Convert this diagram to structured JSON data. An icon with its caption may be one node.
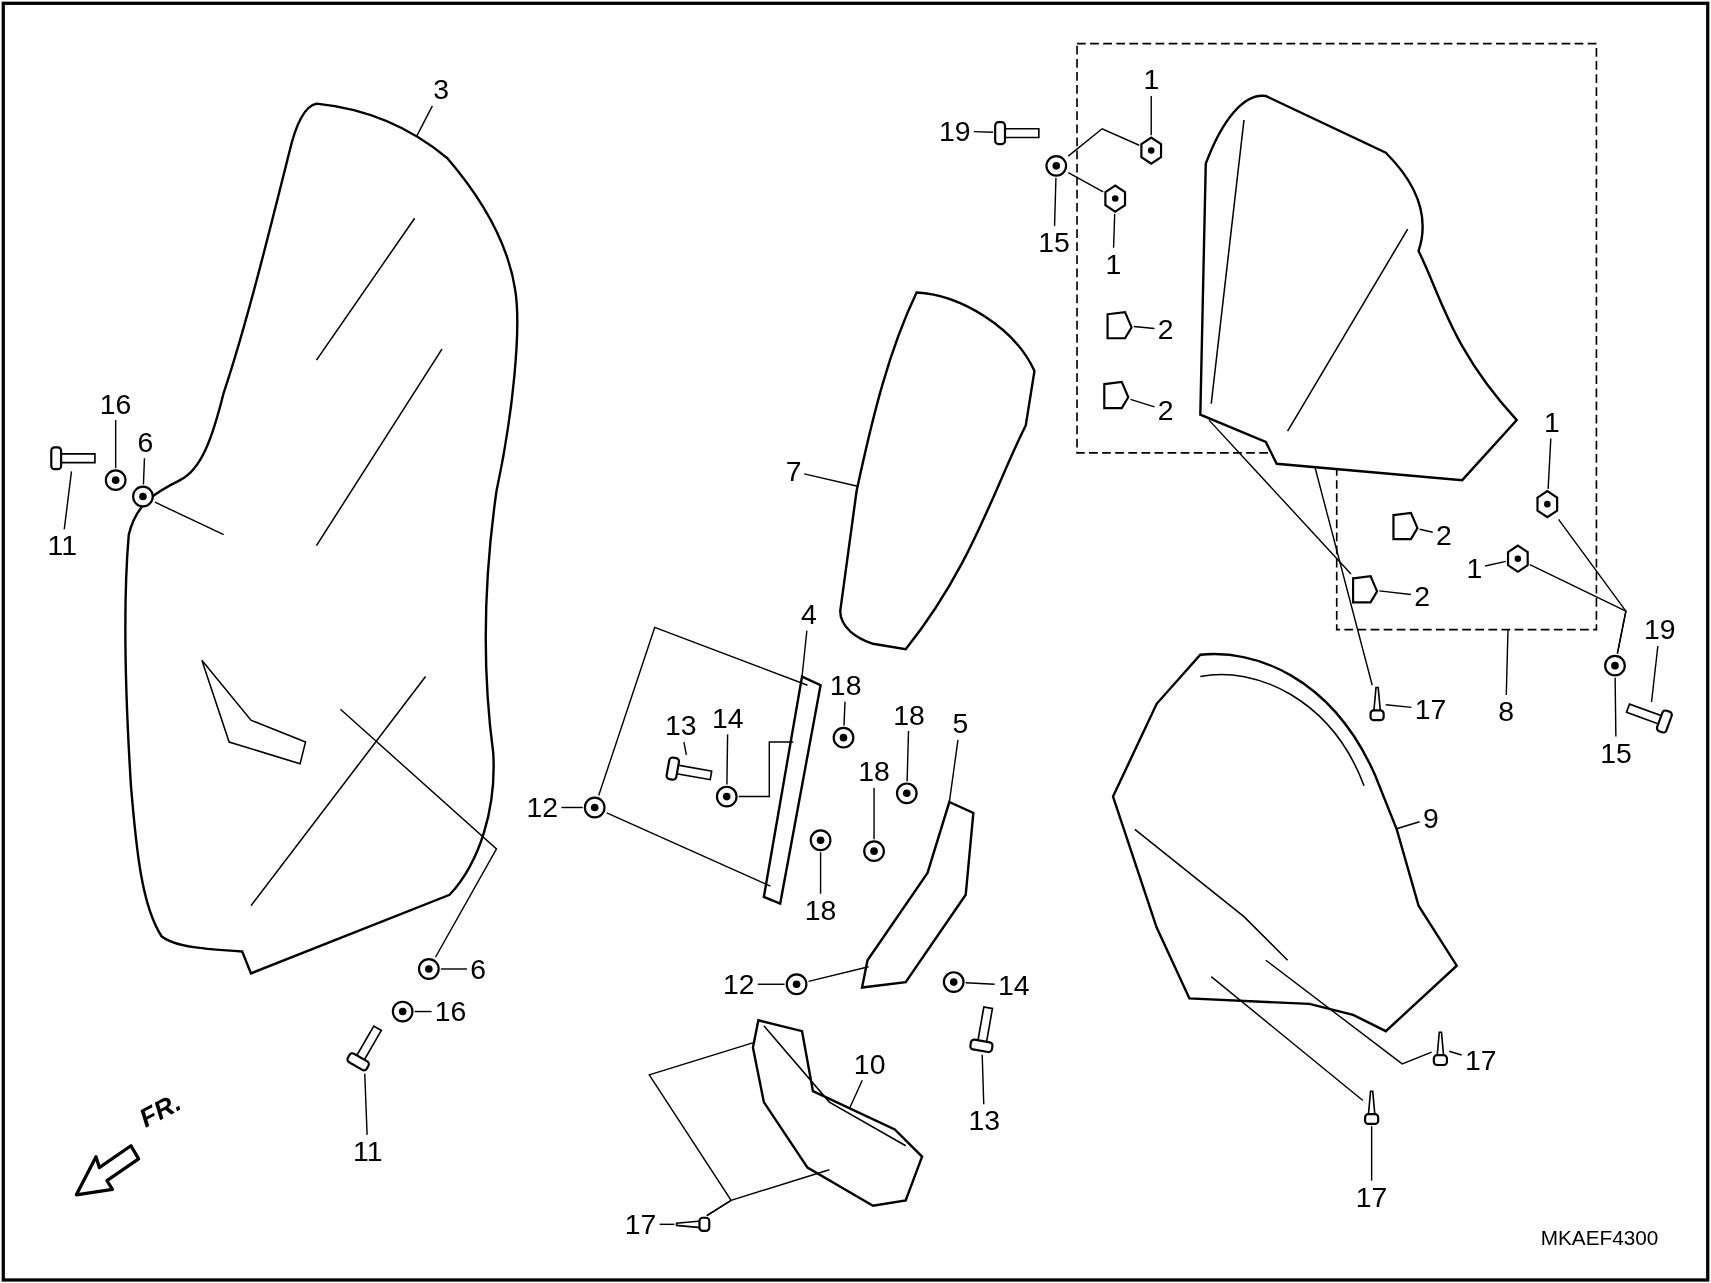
{
  "diagram": {
    "nodes": [
      {
        "text": [
          "3"
        ]
      },
      {
        "text": [
          "16"
        ]
      },
      {
        "text": [
          "6"
        ]
      },
      {
        "text": [
          "11"
        ]
      },
      {
        "text": [
          "7"
        ]
      },
      {
        "text": [
          "4"
        ]
      },
      {
        "text": [
          "13"
        ]
      },
      {
        "text": [
          "14"
        ]
      },
      {
        "text": [
          "18"
        ]
      },
      {
        "text": [
          "12"
        ]
      },
      {
        "text": [
          "18"
        ]
      },
      {
        "text": [
          "5"
        ]
      },
      {
        "text": [
          "18"
        ]
      },
      {
        "text": [
          "18"
        ]
      },
      {
        "text": [
          "6"
        ]
      },
      {
        "text": [
          "16"
        ]
      },
      {
        "text": [
          "12"
        ]
      },
      {
        "text": [
          "14"
        ]
      },
      {
        "text": [
          "10"
        ]
      },
      {
        "text": [
          "13"
        ]
      },
      {
        "text": [
          "11"
        ]
      },
      {
        "text": [
          "17"
        ]
      },
      {
        "text": [
          "19"
        ]
      },
      {
        "text": [
          "15"
        ]
      },
      {
        "text": [
          "1"
        ],
        "in": 44
      },
      {
        "text": [
          "1"
        ],
        "in": 44
      },
      {
        "text": [
          "2"
        ],
        "in": 44
      },
      {
        "text": [
          "2"
        ],
        "in": 44
      },
      {
        "text": [
          "1"
        ],
        "in": 44
      },
      {
        "text": [
          "2"
        ],
        "in": 44
      },
      {
        "text": [
          "1"
        ],
        "in": 44
      },
      {
        "text": [
          "2"
        ],
        "in": 44
      },
      {
        "text": [
          "17"
        ]
      },
      {
        "text": [
          "8"
        ]
      },
      {
        "text": [
          "19"
        ]
      },
      {
        "text": [
          "9"
        ]
      },
      {
        "text": [
          "15"
        ]
      },
      {
        "text": [
          "17"
        ]
      },
      {
        "text": [
          "17"
        ]
      },
      {
        "text": [],
        "shape": "picture"
      },
      {
        "text": [],
        "shape": "picture"
      },
      {
        "text": [],
        "shape": "picture"
      },
      {
        "text": [],
        "shape": "picture"
      },
      {
        "text": [],
        "shape": "picture"
      },
      {
        "text": [],
        "shape": "box"
      },
      {
        "text": [],
        "shape": "picture"
      },
      {
        "text": [],
        "shape": "picture",
        "in": 44
      },
      {
        "text": [],
        "shape": "washer"
      },
      {
        "text": [],
        "shape": "washer"
      },
      {
        "text": [],
        "shape": "washer"
      },
      {
        "text": [],
        "shape": "washer"
      },
      {
        "text": [],
        "shape": "washer"
      },
      {
        "text": [],
        "shape": "washer"
      },
      {
        "text": [],
        "shape": "washer"
      },
      {
        "text": [],
        "shape": "washer"
      },
      {
        "text": [],
        "shape": "washer"
      },
      {
        "text": [],
        "shape": "washer"
      },
      {
        "text": [],
        "shape": "washer"
      },
      {
        "text": [],
        "shape": "washer"
      },
      {
        "text": [],
        "shape": "washer"
      },
      {
        "text": [],
        "shape": "washer"
      },
      {
        "text": [],
        "shape": "nut",
        "in": 44
      },
      {
        "text": [],
        "shape": "nut",
        "in": 44
      },
      {
        "text": [],
        "shape": "nut",
        "in": 44
      },
      {
        "text": [],
        "shape": "nut",
        "in": 44
      },
      {
        "text": [],
        "shape": "clip",
        "in": 44
      },
      {
        "text": [],
        "shape": "clip",
        "in": 44
      },
      {
        "text": [],
        "shape": "clip",
        "in": 44
      },
      {
        "text": [],
        "shape": "clip",
        "in": 44
      },
      {
        "text": [],
        "shape": "bolt"
      },
      {
        "text": [],
        "shape": "bolt"
      },
      {
        "text": [],
        "shape": "bolt"
      },
      {
        "text": [],
        "shape": "bolt"
      },
      {
        "text": [],
        "shape": "bolt"
      },
      {
        "text": [],
        "shape": "bolt"
      },
      {
        "text": [],
        "shape": "screw"
      },
      {
        "text": [],
        "shape": "screw"
      },
      {
        "text": [],
        "shape": "screw"
      },
      {
        "text": [],
        "shape": "screw"
      }
    ],
    "edges": [
      {
        "from": 0,
        "to": 39,
        "arrow": "none"
      },
      {
        "from": 1,
        "to": 47,
        "arrow": "none"
      },
      {
        "from": 2,
        "to": 48,
        "arrow": "none"
      },
      {
        "from": 3,
        "to": 69,
        "arrow": "none"
      },
      {
        "from": 4,
        "to": 40,
        "arrow": "none"
      },
      {
        "from": 5,
        "to": 41,
        "arrow": "none"
      },
      {
        "from": 6,
        "to": 71,
        "arrow": "none"
      },
      {
        "from": 7,
        "to": 54,
        "arrow": "none"
      },
      {
        "from": 8,
        "to": 55,
        "arrow": "none"
      },
      {
        "from": 9,
        "to": 51,
        "arrow": "none"
      },
      {
        "from": 10,
        "to": 56,
        "arrow": "none"
      },
      {
        "from": 11,
        "to": 42,
        "arrow": "none"
      },
      {
        "from": 12,
        "to": 57,
        "arrow": "none"
      },
      {
        "from": 13,
        "to": 58,
        "arrow": "none"
      },
      {
        "from": 14,
        "to": 49,
        "arrow": "none"
      },
      {
        "from": 15,
        "to": 50,
        "arrow": "none"
      },
      {
        "from": 16,
        "to": 52,
        "arrow": "none"
      },
      {
        "from": 17,
        "to": 53,
        "arrow": "none"
      },
      {
        "from": 18,
        "to": 43,
        "arrow": "none"
      },
      {
        "from": 19,
        "to": 72,
        "arrow": "none"
      },
      {
        "from": 20,
        "to": 70,
        "arrow": "none"
      },
      {
        "from": 21,
        "to": 75,
        "arrow": "none"
      },
      {
        "from": 22,
        "to": 73,
        "arrow": "none"
      },
      {
        "from": 23,
        "to": 59,
        "arrow": "none"
      },
      {
        "from": 24,
        "to": 61,
        "arrow": "none"
      },
      {
        "from": 25,
        "to": 62,
        "arrow": "none"
      },
      {
        "from": 26,
        "to": 65,
        "arrow": "none"
      },
      {
        "from": 27,
        "to": 66,
        "arrow": "none"
      },
      {
        "from": 28,
        "to": 63,
        "arrow": "none"
      },
      {
        "from": 29,
        "to": 67,
        "arrow": "none"
      },
      {
        "from": 30,
        "to": 64,
        "arrow": "none"
      },
      {
        "from": 31,
        "to": 68,
        "arrow": "none"
      },
      {
        "from": 32,
        "to": 76,
        "arrow": "none"
      },
      {
        "from": 33,
        "to": 44,
        "arrow": "none"
      },
      {
        "from": 34,
        "to": 74,
        "arrow": "none"
      },
      {
        "from": 35,
        "to": 45,
        "arrow": "none"
      },
      {
        "from": 36,
        "to": 60,
        "arrow": "none"
      },
      {
        "from": 37,
        "to": 77,
        "arrow": "none"
      },
      {
        "from": 38,
        "to": 78,
        "arrow": "none"
      },
      {
        "from": 48,
        "to": 39,
        "arrow": "none"
      },
      {
        "from": 39,
        "to": 49,
        "arrow": "none"
      },
      {
        "from": 51,
        "to": 41,
        "arrow": "none"
      },
      {
        "from": 51,
        "to": 41,
        "arrow": "none"
      },
      {
        "from": 52,
        "to": 42,
        "arrow": "none"
      },
      {
        "from": 54,
        "to": 41,
        "arrow": "none"
      },
      {
        "from": 59,
        "to": 61,
        "arrow": "none"
      },
      {
        "from": 59,
        "to": 62,
        "arrow": "none"
      },
      {
        "from": 46,
        "to": 68,
        "arrow": "none"
      },
      {
        "from": 46,
        "to": 76,
        "arrow": "none"
      },
      {
        "from": 63,
        "to": 60,
        "arrow": "none"
      },
      {
        "from": 64,
        "to": 60,
        "arrow": "none"
      },
      {
        "from": 75,
        "to": 43,
        "arrow": "none"
      },
      {
        "from": 75,
        "to": 43,
        "arrow": "none"
      },
      {
        "from": 45,
        "to": 77,
        "arrow": "none"
      },
      {
        "from": 45,
        "to": 78,
        "arrow": "none"
      }
    ],
    "labels": [
      "FR.",
      "MKAEF4300"
    ]
  }
}
